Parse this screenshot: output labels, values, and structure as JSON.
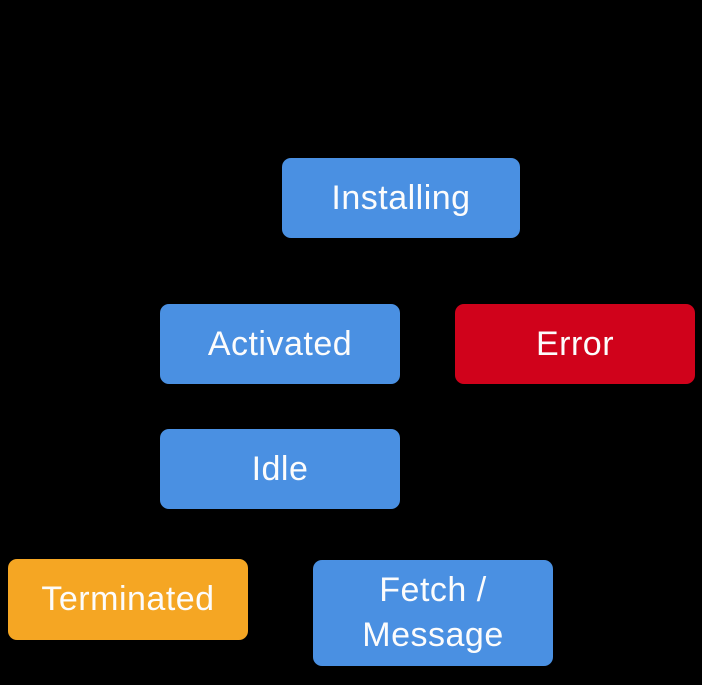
{
  "diagram": {
    "description": "Service worker lifecycle state diagram on black background",
    "background_color": "#000000",
    "text_color": "#FCFCFC",
    "colors": {
      "state_blue": "#4A90E2",
      "error_red": "#D0021B",
      "terminated_orange": "#F5A623"
    },
    "nodes": [
      {
        "id": "installing",
        "label": "Installing",
        "color": "#4A90E2"
      },
      {
        "id": "activated",
        "label": "Activated",
        "color": "#4A90E2"
      },
      {
        "id": "error",
        "label": "Error",
        "color": "#D0021B"
      },
      {
        "id": "idle",
        "label": "Idle",
        "color": "#4A90E2"
      },
      {
        "id": "terminated",
        "label": "Terminated",
        "color": "#F5A623"
      },
      {
        "id": "fetch-message",
        "label": "Fetch / Message",
        "color": "#4A90E2"
      }
    ]
  }
}
